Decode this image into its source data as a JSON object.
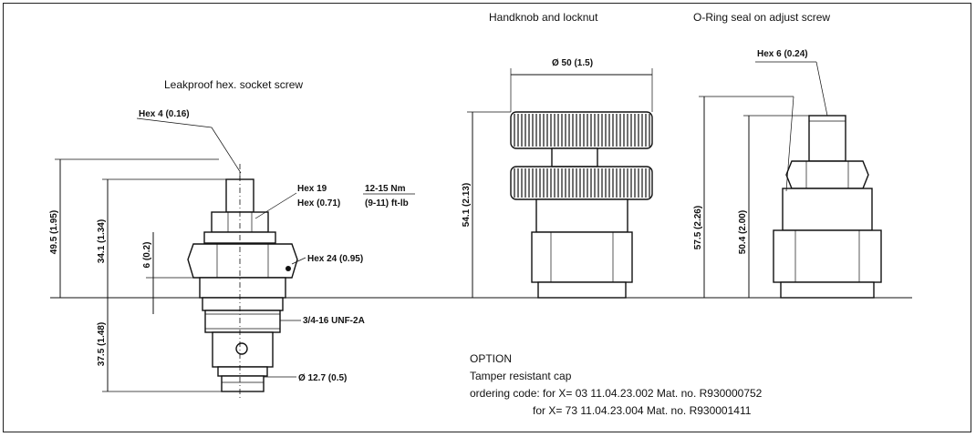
{
  "captions": {
    "leakproof": "Leakproof hex. socket screw",
    "handknob": "Handknob and locknut",
    "oring": "O-Ring seal on adjust screw"
  },
  "dimensions_left": {
    "hex4": "Hex 4 (0.16)",
    "hex19_top": "Hex 19",
    "hex19_bottom": "Hex (0.71)",
    "torque_top": "12-15 Nm",
    "torque_bottom": "(9-11) ft-lb",
    "hex24": "Hex 24 (0.95)",
    "h49_5": "49.5 (1.95)",
    "h34_1": "34.1 (1.34)",
    "h6": "6 (0.2)",
    "h37_5": "37.5 (1.48)",
    "thread": "3/4-16 UNF-2A",
    "dia": "Ø 12.7 (0.5)"
  },
  "dimensions_middle": {
    "dia_knob": "Ø 50 (1.5)",
    "h54_1": "54.1 (2.13)"
  },
  "dimensions_right": {
    "hex6": "Hex 6 (0.24)",
    "h57_5": "57.5 (2.26)",
    "h50_4": "50.4 (2.00)"
  },
  "option": {
    "title": "OPTION",
    "line1": "Tamper resistant cap",
    "line2": "ordering code: for X= 03  11.04.23.002 Mat. no. R930000752",
    "line3": "for X= 73  11.04.23.004 Mat. no. R930001411"
  }
}
